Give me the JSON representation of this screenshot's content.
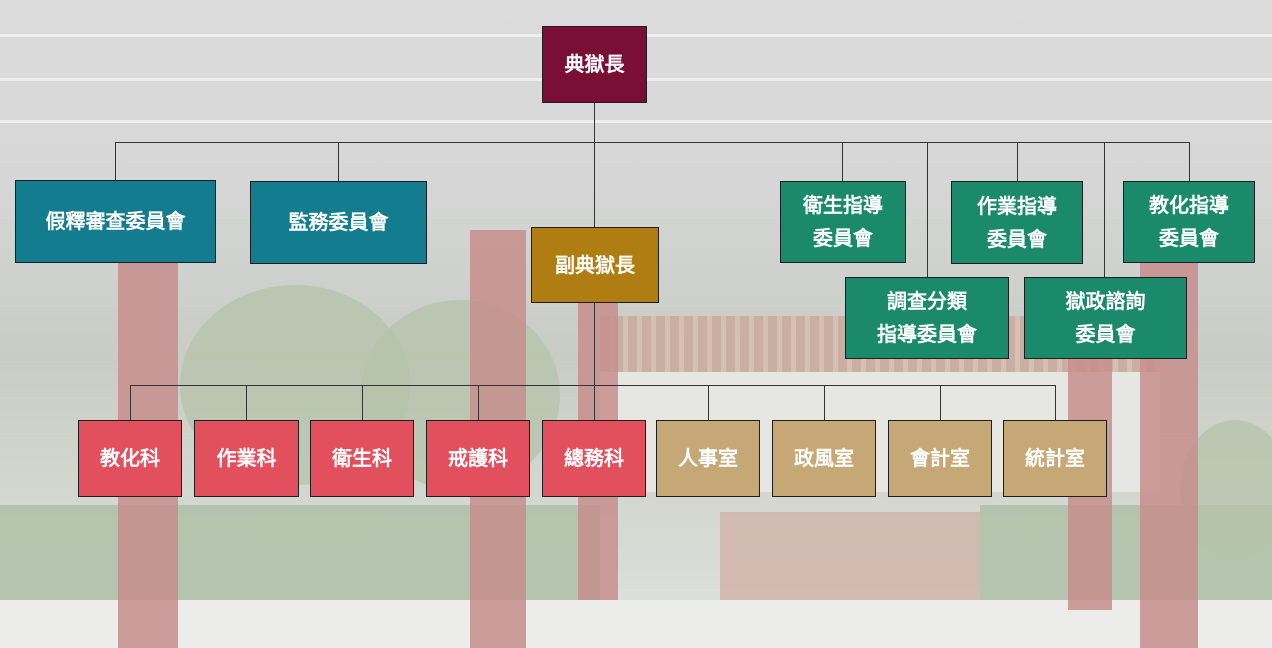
{
  "chart": {
    "top": "典獄長",
    "deputy": "副典獄長",
    "committees_left": [
      "假釋審查委員會",
      "監務委員會"
    ],
    "committees_right_upper": [
      "衛生指導\n委員會",
      "作業指導\n委員會",
      "教化指導\n委員會"
    ],
    "committees_right_lower": [
      "調查分類\n指導委員會",
      "獄政諮詢\n委員會"
    ],
    "sections": [
      "教化科",
      "作業科",
      "衛生科",
      "戒護科",
      "總務科"
    ],
    "offices": [
      "人事室",
      "政風室",
      "會計室",
      "統計室"
    ]
  },
  "colors": {
    "top": "#7a0f36",
    "deputy": "#b07d12",
    "committee_left": "#137c8e",
    "committee_right": "#1b8a6b",
    "section": "#e1505c",
    "office": "#c6a877"
  }
}
